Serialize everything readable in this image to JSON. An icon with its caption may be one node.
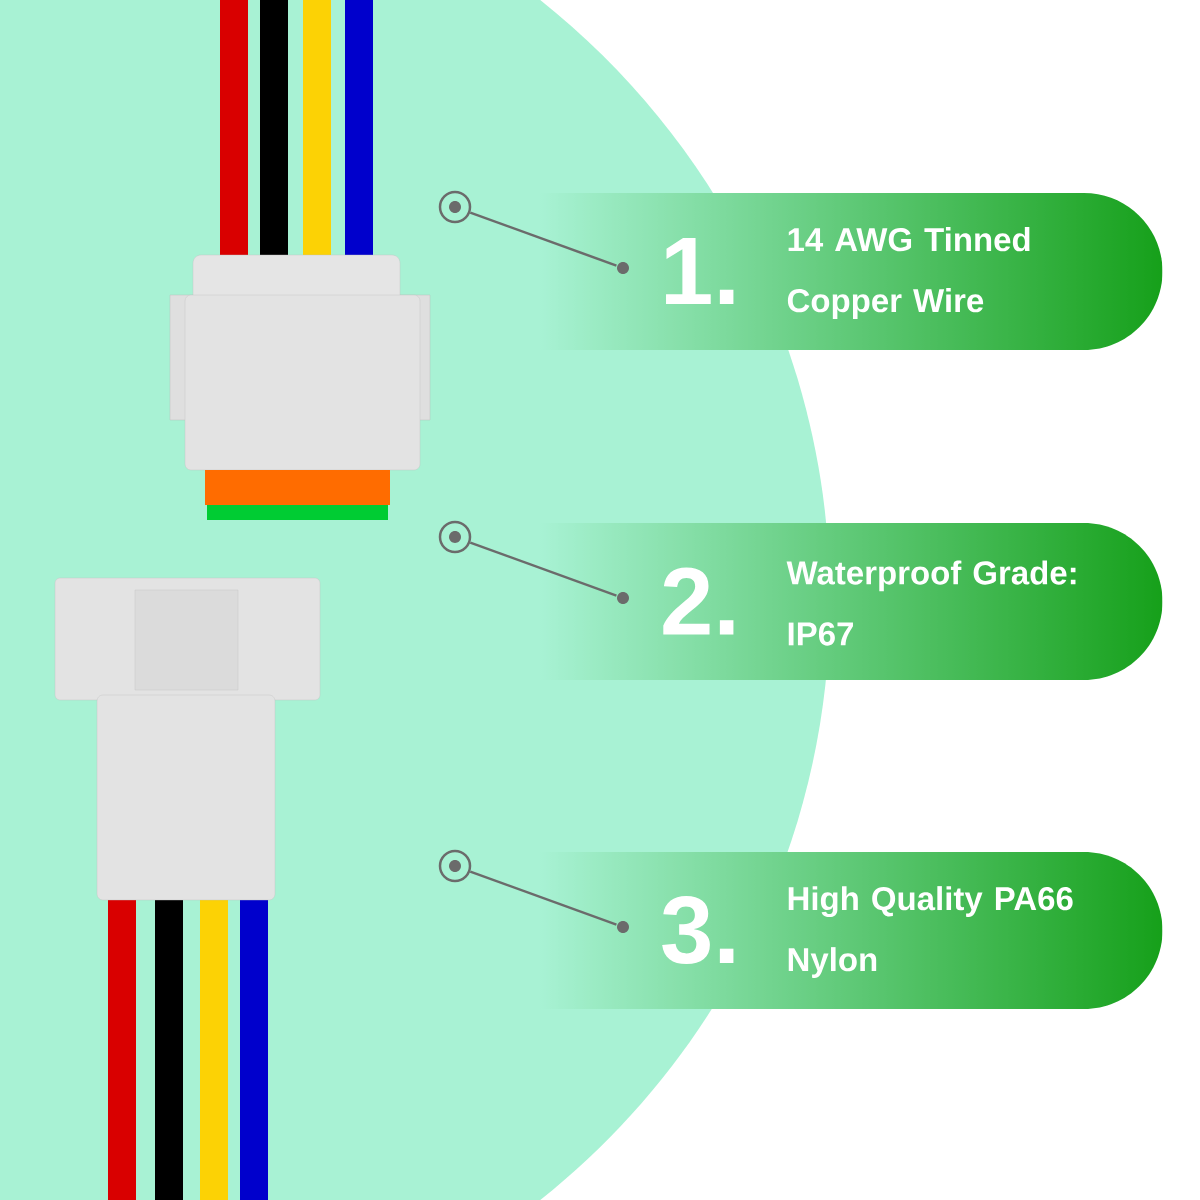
{
  "diagram": {
    "nodes": [
      {
        "text": [
          "1.",
          "14 AWG Tinned Copper Wire"
        ]
      },
      {
        "text": [],
        "shape": "circle"
      },
      {
        "text": [
          "2.",
          "Waterproof Grade: IP67"
        ]
      },
      {
        "text": [],
        "shape": "circle"
      },
      {
        "text": [
          "3.",
          "High Quality PA66 Nylon"
        ]
      },
      {
        "text": [],
        "shape": "circle"
      }
    ],
    "edges": [
      {
        "from": 0,
        "to": 1,
        "arrow": "none"
      },
      {
        "from": 2,
        "to": 3,
        "arrow": "none"
      },
      {
        "from": 4,
        "to": 5,
        "arrow": "none"
      }
    ]
  }
}
